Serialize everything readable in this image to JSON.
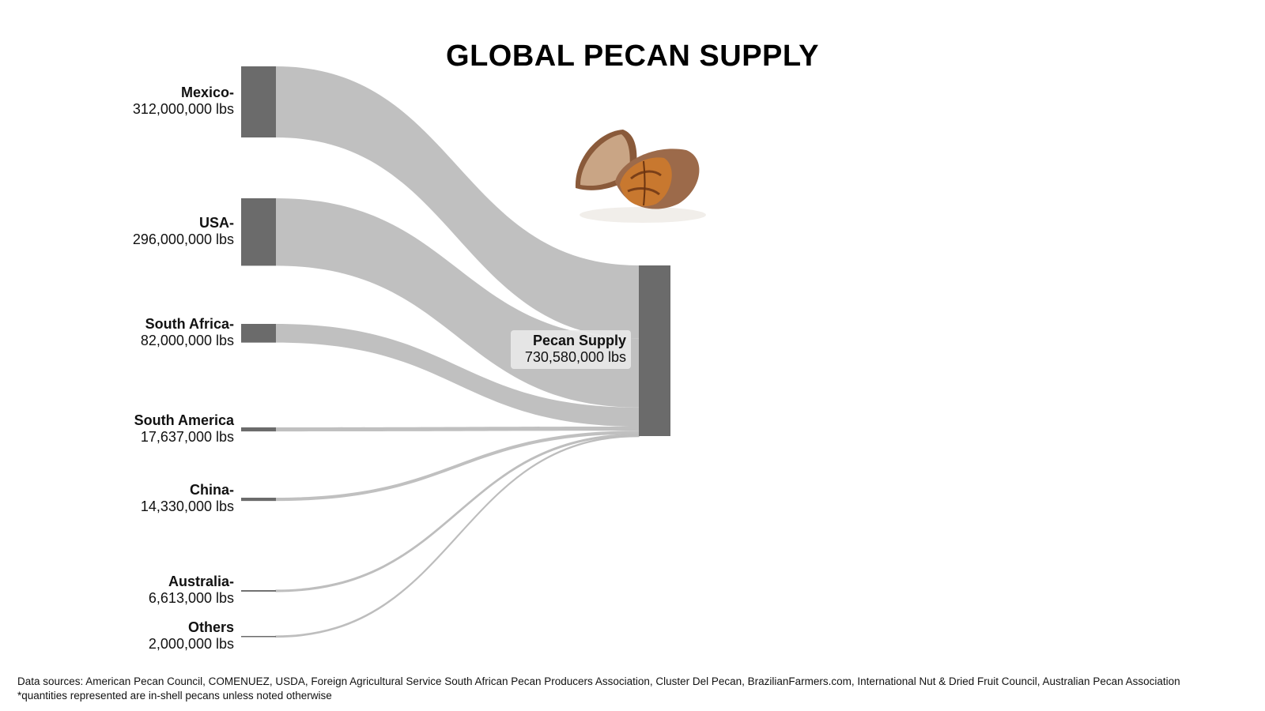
{
  "chart_data": {
    "type": "sankey",
    "title": "GLOBAL PECAN SUPPLY",
    "sources": [
      {
        "name": "Mexico-",
        "value": 312000000,
        "value_label": "312,000,000 lbs"
      },
      {
        "name": "USA-",
        "value": 296000000,
        "value_label": "296,000,000 lbs"
      },
      {
        "name": "South Africa-",
        "value": 82000000,
        "value_label": "82,000,000 lbs"
      },
      {
        "name": "South America",
        "value": 17637000,
        "value_label": "17,637,000 lbs"
      },
      {
        "name": "China-",
        "value": 14330000,
        "value_label": "14,330,000 lbs"
      },
      {
        "name": "Australia-",
        "value": 6613000,
        "value_label": "6,613,000 lbs"
      },
      {
        "name": "Others",
        "value": 2000000,
        "value_label": "2,000,000 lbs"
      }
    ],
    "target": {
      "name": "Pecan Supply",
      "value": 730580000,
      "value_label": "730,580,000 lbs"
    },
    "colors": {
      "node": "#6b6b6b",
      "link": "#bdbdbd"
    }
  },
  "footer": {
    "sources": "Data sources: American Pecan Council, COMENUEZ, USDA, Foreign Agricultural Service South African Pecan Producers Association, Cluster Del Pecan, BrazilianFarmers.com, International Nut & Dried Fruit Council, Australian Pecan Association",
    "note": "*quantities represented are in-shell pecans unless noted otherwise"
  },
  "decor": {
    "image_icon": "pecan-nut-icon"
  }
}
